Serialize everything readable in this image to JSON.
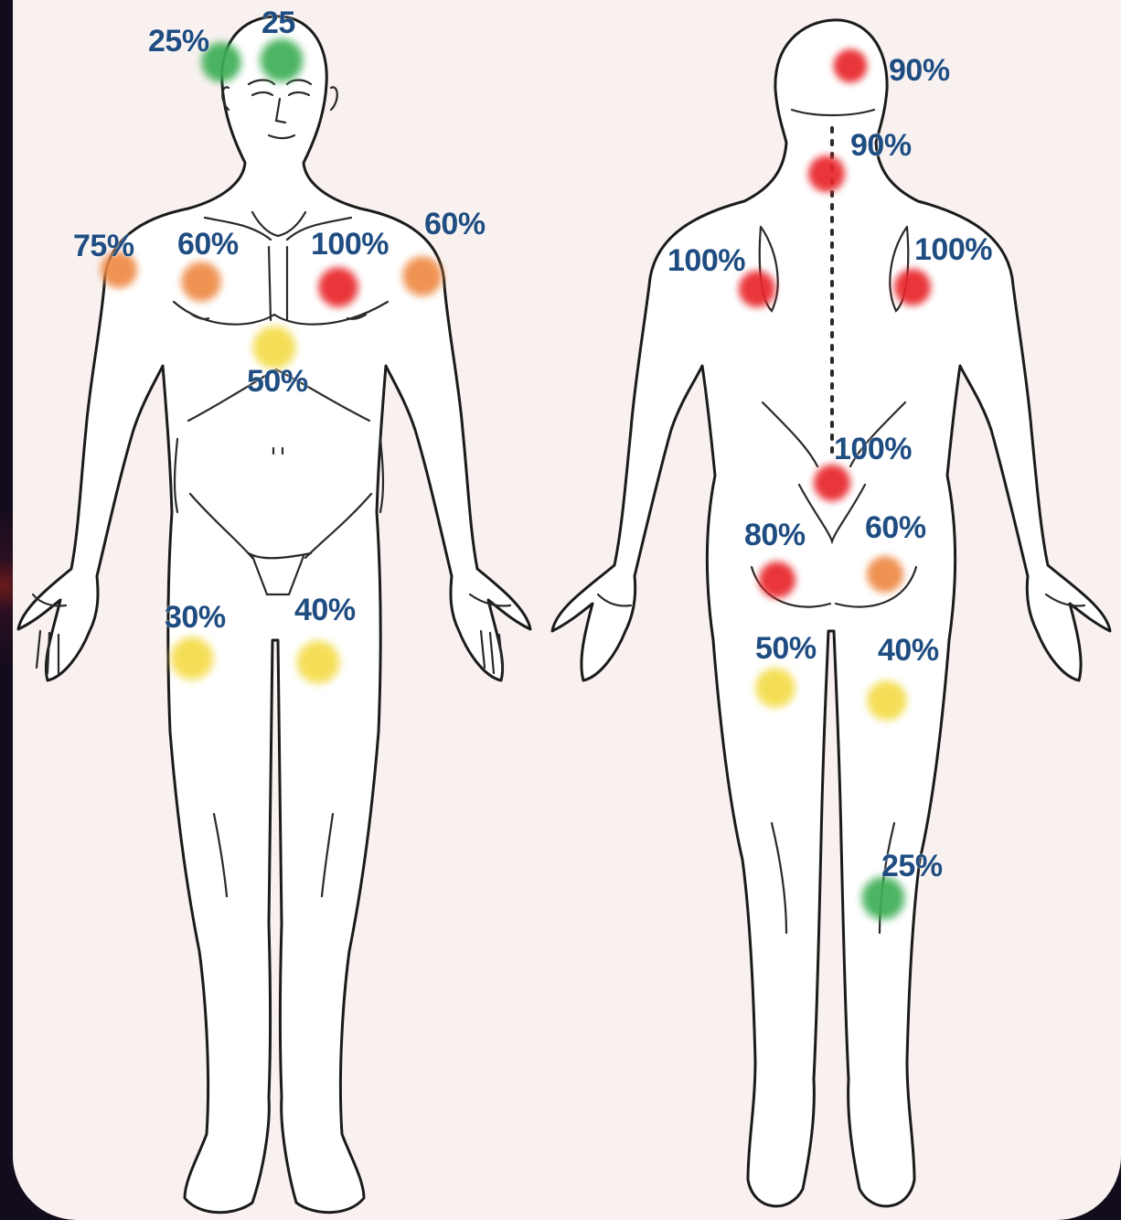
{
  "colors": {
    "red": "#e8262b",
    "orange": "#ee8a45",
    "yellow": "#f4dc4a",
    "green": "#3dae55",
    "label": "#1f4d82",
    "card": "#f8f1ef"
  },
  "front": {
    "spots": [
      {
        "name": "forehead-left-spot",
        "color": "green",
        "label": "25%"
      },
      {
        "name": "forehead-right-spot",
        "color": "green",
        "label": "25"
      },
      {
        "name": "right-shoulder-spot",
        "color": "orange",
        "label": "75%"
      },
      {
        "name": "right-chest-spot",
        "color": "orange",
        "label": "60%"
      },
      {
        "name": "left-chest-spot",
        "color": "red",
        "label": "100%"
      },
      {
        "name": "left-shoulder-spot",
        "color": "orange",
        "label": "60%"
      },
      {
        "name": "sternum-spot",
        "color": "yellow",
        "label": "50%"
      },
      {
        "name": "right-thigh-spot",
        "color": "yellow",
        "label": "30%"
      },
      {
        "name": "left-thigh-spot",
        "color": "yellow",
        "label": "40%"
      }
    ]
  },
  "back": {
    "spots": [
      {
        "name": "back-of-head-spot",
        "color": "red",
        "label": "90%"
      },
      {
        "name": "neck-spot",
        "color": "red",
        "label": "90%"
      },
      {
        "name": "left-shoulder-blade-spot",
        "color": "red",
        "label": "100%"
      },
      {
        "name": "right-shoulder-blade-spot",
        "color": "red",
        "label": "100%"
      },
      {
        "name": "lower-back-spot",
        "color": "red",
        "label": "100%"
      },
      {
        "name": "left-buttock-spot",
        "color": "red",
        "label": "80%"
      },
      {
        "name": "right-buttock-spot",
        "color": "orange",
        "label": "60%"
      },
      {
        "name": "left-hamstring-spot",
        "color": "yellow",
        "label": "50%"
      },
      {
        "name": "right-hamstring-spot",
        "color": "yellow",
        "label": "40%"
      },
      {
        "name": "calf-spot",
        "color": "green",
        "label": "25%"
      }
    ]
  }
}
